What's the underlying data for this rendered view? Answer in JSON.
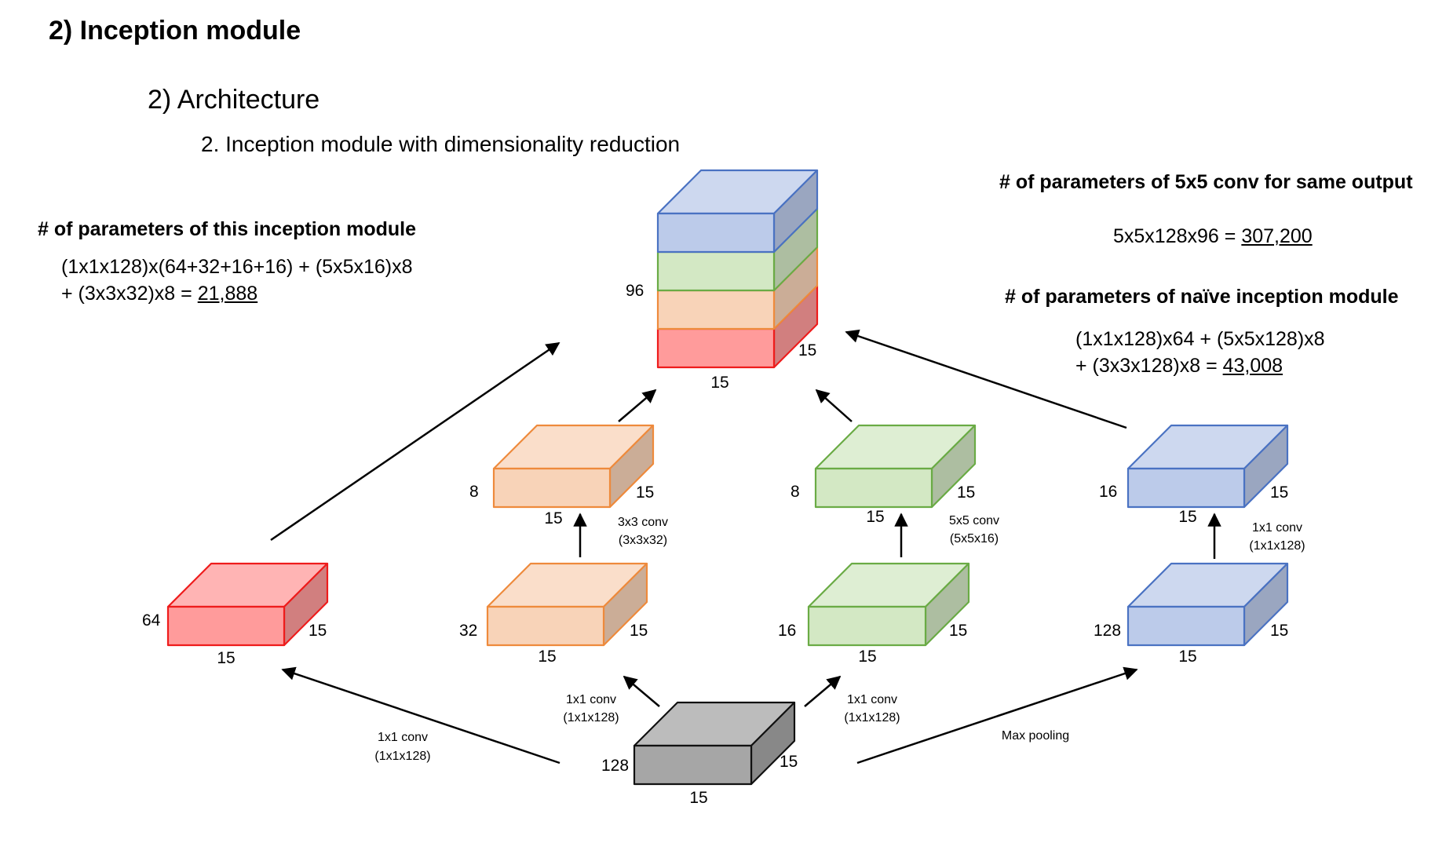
{
  "headings": {
    "section": "2) Inception module",
    "subsection": "2) Architecture",
    "subsubsection": "2. Inception module with dimensionality reduction"
  },
  "left_calc": {
    "title": "# of parameters of this inception module",
    "line1": "(1x1x128)x(64+32+16+16) + (5x5x16)x8",
    "line2_prefix": "+ (3x3x32)x8 = ",
    "line2_result": "21,888"
  },
  "right_calc": {
    "conv_title": "# of parameters of 5x5 conv for same output",
    "conv_prefix": "5x5x128x96 = ",
    "conv_result": "307,200",
    "naive_title": "# of parameters of naïve inception module",
    "naive_line1": "(1x1x128)x64 + (5x5x128)x8",
    "naive_line2_prefix": "+ (3x3x128)x8 = ",
    "naive_line2_result": "43,008"
  },
  "colors": {
    "red_fill": "#ff9b9b",
    "red_stroke": "#ee1c1c",
    "orange_fill": "#f8d3b8",
    "orange_stroke": "#ee8a3c",
    "green_fill": "#d3e8c4",
    "green_stroke": "#6aab45",
    "blue_fill": "#bccbea",
    "blue_stroke": "#4a72c2",
    "gray_fill": "#a6a6a6",
    "gray_stroke": "#111111"
  },
  "blocks": {
    "input": {
      "depth": "128",
      "width": "15",
      "height": "15"
    },
    "branch1_out": {
      "depth": "64",
      "width": "15",
      "height": "15"
    },
    "branch2_reduce": {
      "depth": "32",
      "width": "15",
      "height": "15"
    },
    "branch2_out": {
      "depth": "8",
      "width": "15",
      "height": "15"
    },
    "branch3_reduce": {
      "depth": "16",
      "width": "15",
      "height": "15"
    },
    "branch3_out": {
      "depth": "8",
      "width": "15",
      "height": "15"
    },
    "branch4_pool": {
      "depth": "128",
      "width": "15",
      "height": "15"
    },
    "branch4_out": {
      "depth": "16",
      "width": "15",
      "height": "15"
    },
    "concat": {
      "depth": "96",
      "width": "15",
      "height": "15"
    }
  },
  "ops": {
    "b1_line1": "1x1 conv",
    "b1_line2": "(1x1x128)",
    "b2_reduce_line1": "1x1 conv",
    "b2_reduce_line2": "(1x1x128)",
    "b2_conv_line1": "3x3 conv",
    "b2_conv_line2": "(3x3x32)",
    "b3_reduce_line1": "1x1 conv",
    "b3_reduce_line2": "(1x1x128)",
    "b3_conv_line1": "5x5 conv",
    "b3_conv_line2": "(5x5x16)",
    "b4_pool": "Max pooling",
    "b4_conv_line1": "1x1 conv",
    "b4_conv_line2": "(1x1x128)"
  }
}
